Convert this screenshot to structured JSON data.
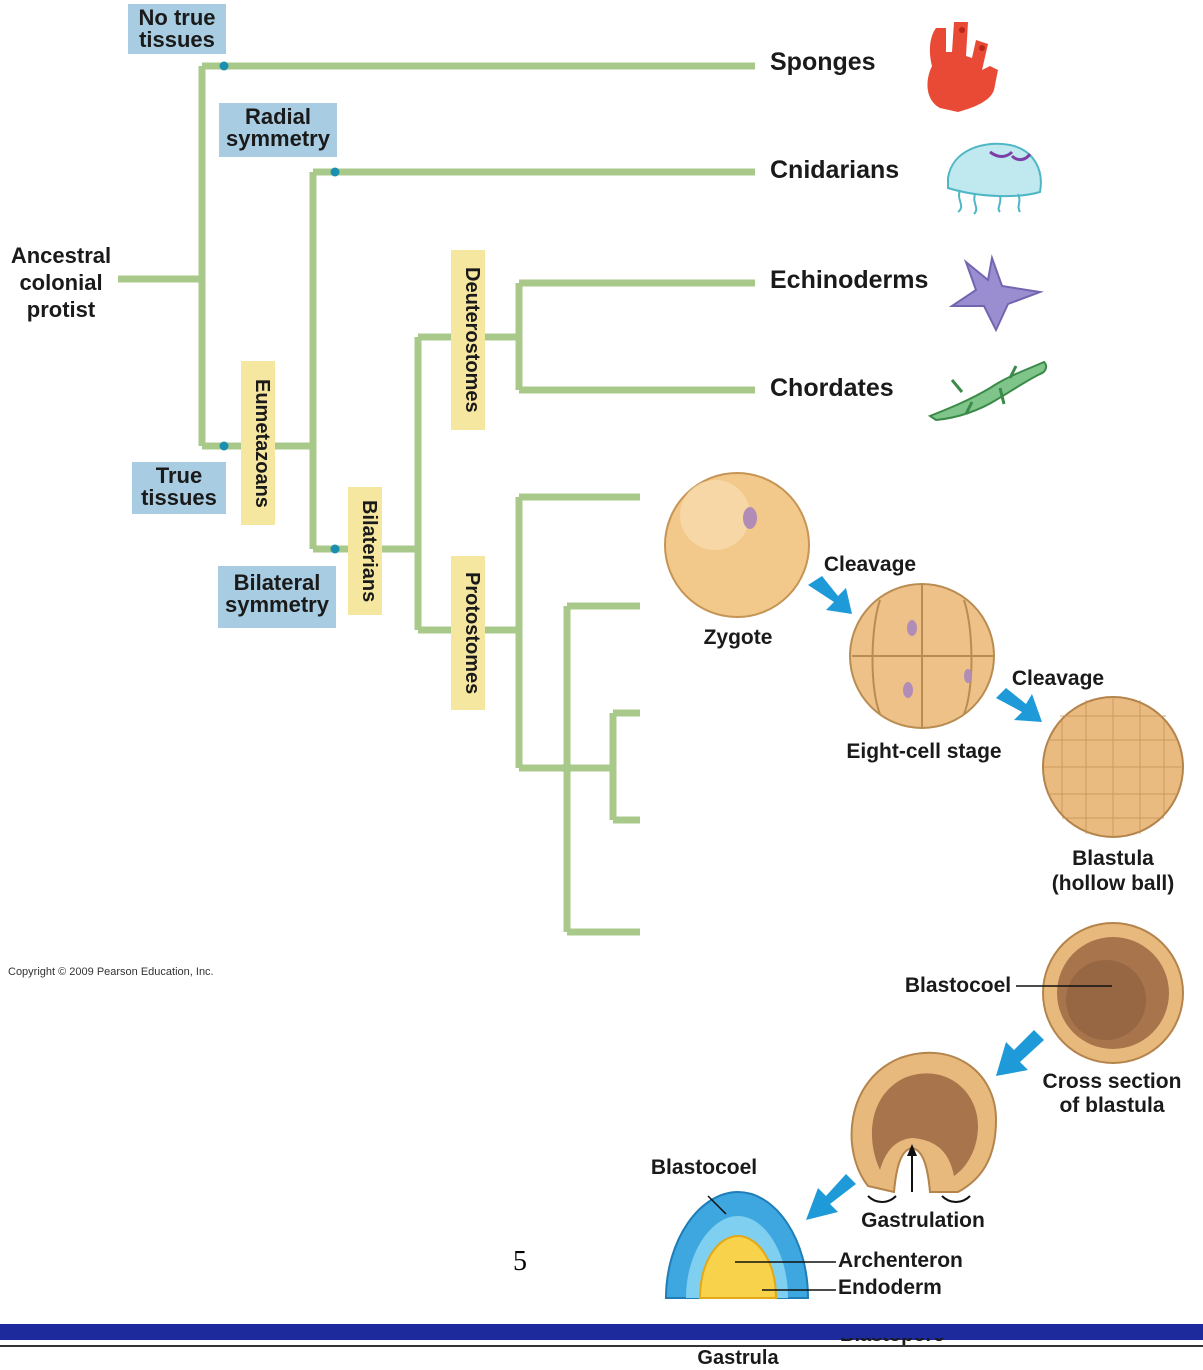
{
  "tree": {
    "root": "Ancestral colonial protist",
    "taxa": [
      "Sponges",
      "Cnidarians",
      "Echinoderms",
      "Chordates"
    ],
    "characters": {
      "no_true_tissues": "No true tissues",
      "true_tissues": "True tissues",
      "radial_symmetry": "Radial symmetry",
      "bilateral_symmetry": "Bilateral symmetry"
    },
    "clades": {
      "eumetazoans": "Eumetazoans",
      "bilaterians": "Bilaterians",
      "deuterostomes": "Deuterostomes",
      "protostomes": "Protostomes"
    },
    "colors": {
      "branch": "#a9c98a",
      "node_dot": "#1b8fb0"
    }
  },
  "development": {
    "zygote": "Zygote",
    "cleavage_1": "Cleavage",
    "eight_cell": "Eight-cell stage",
    "cleavage_2": "Cleavage",
    "blastula": "Blastula",
    "blastula_note": "(hollow ball)",
    "blastocoel_1": "Blastocoel",
    "cross_section": "Cross section",
    "cross_section_2": "of blastula",
    "blastocoel_2": "Blastocoel",
    "gastrulation": "Gastrulation",
    "archenteron": "Archenteron",
    "endoderm": "Endoderm",
    "gastrula": "Gastrula",
    "blastopore": "Blastopore"
  },
  "copyright": "Copyright © 2009 Pearson Education, Inc.",
  "page_number": "5"
}
